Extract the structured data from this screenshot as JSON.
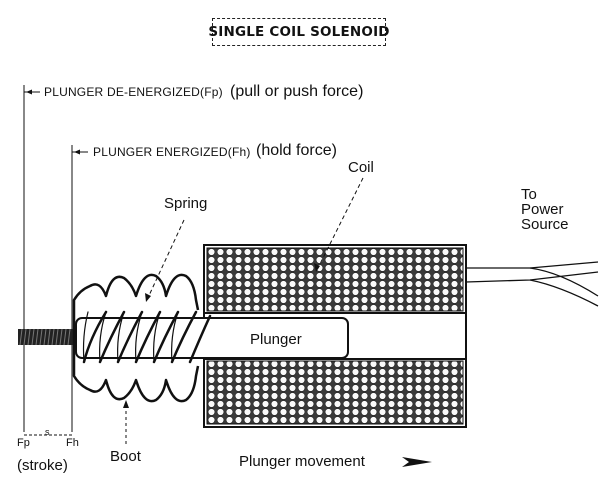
{
  "title": "SINGLE COIL SOLENOID",
  "labels": {
    "plunger_de_energized": "PLUNGER DE-ENERGIZED(Fp)",
    "pull_push_force": "(pull or push force)",
    "plunger_energized": "PLUNGER ENERGIZED(Fh)",
    "hold_force": "(hold force)",
    "coil": "Coil",
    "spring": "Spring",
    "power_source_line1": "To",
    "power_source_line2": "Power",
    "power_source_line3": "Source",
    "plunger": "Plunger",
    "fp": "Fp",
    "s": "s",
    "fh": "Fh",
    "stroke": "(stroke)",
    "boot": "Boot",
    "plunger_movement": "Plunger movement"
  }
}
